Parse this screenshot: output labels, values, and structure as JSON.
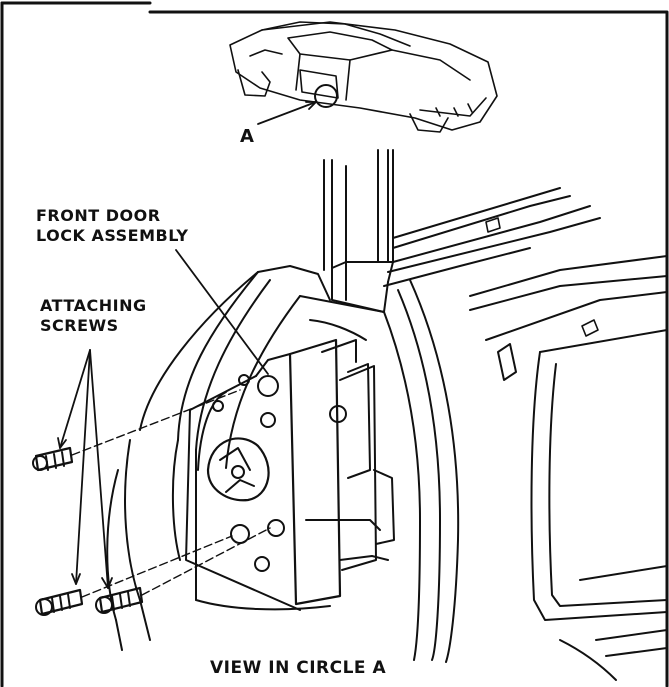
{
  "labels": {
    "circle_marker": "A",
    "front_door_lock_line1": "FRONT DOOR",
    "front_door_lock_line2": "LOCK ASSEMBLY",
    "attaching_screws_line1": "ATTACHING",
    "attaching_screws_line2": "SCREWS",
    "caption": "VIEW IN CIRCLE A"
  },
  "colors": {
    "ink": "#111111",
    "paper": "#ffffff"
  }
}
